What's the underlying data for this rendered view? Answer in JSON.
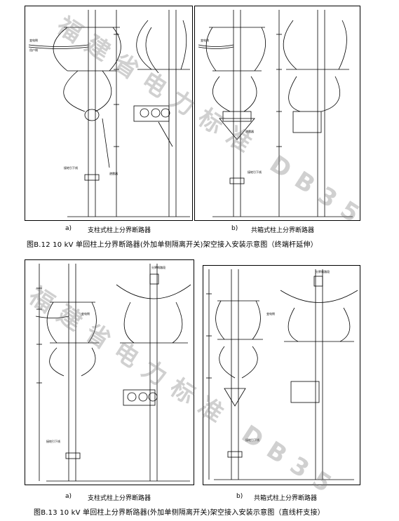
{
  "figure_top": {
    "panel_a_label": "a)",
    "panel_a_title": "支柱式柱上分界断路器",
    "panel_b_label": "b)",
    "panel_b_title": "共箱式柱上分界断路器",
    "caption": "图B.12  10 kV 单回柱上分界断路器(外加单侧隔离开关)架空接入安装示意图（终端杆延伸）"
  },
  "figure_bottom": {
    "panel_a_label": "a)",
    "panel_a_title": "支柱式柱上分界断路器",
    "panel_b_label": "b)",
    "panel_b_title": "共箱式柱上分界断路器",
    "caption": "图B.13  10 kV 单回柱上分界断路器(外加单侧隔离开关)架空接入安装示意图（直线杆支接）"
  },
  "watermark": "福建省电力标准 DB35"
}
